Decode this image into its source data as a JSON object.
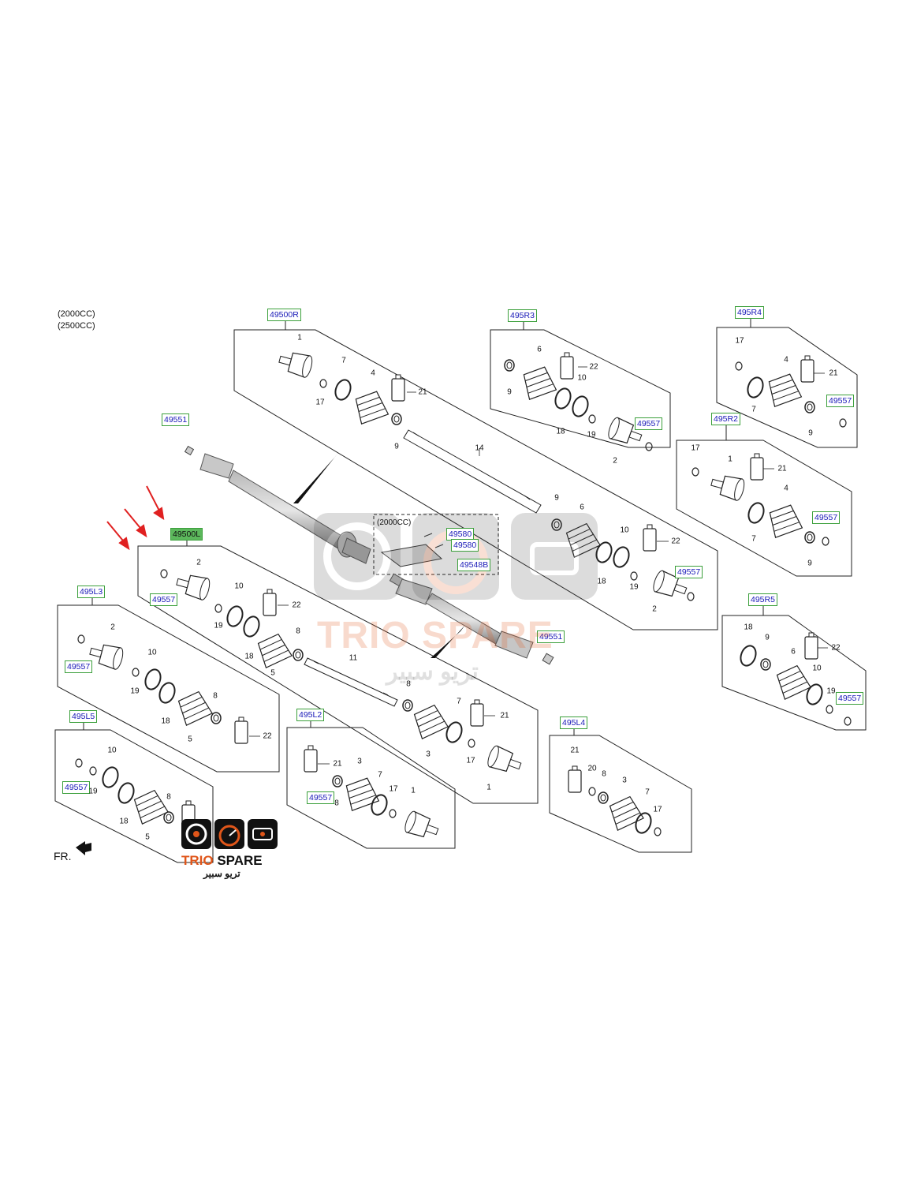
{
  "engine_notes": [
    "(2000CC)",
    "(2500CC)"
  ],
  "inset_note": "(2000CC)",
  "direction_label": "FR.",
  "watermark": {
    "brand": "TRIO SPARE",
    "arabic": "تريو سبير"
  },
  "logo": {
    "brand": "TRIO SPARE",
    "arabic": "تريو سبير"
  },
  "colors": {
    "callout_border": "#3ca03c",
    "callout_text": "#1a1ab8",
    "callout_selected_bg": "#5cb85c",
    "arrow": "#e02020",
    "logo_accent": "#e0561a",
    "watermark": "#d8d8d8"
  },
  "callouts": {
    "c_49500R": "49500R",
    "c_495R3": "495R3",
    "c_495R4": "495R4",
    "c_495R2": "495R2",
    "c_495R5": "495R5",
    "c_49551_top": "49551",
    "c_49551_right": "49551",
    "c_49500L": "49500L",
    "c_49557_L": "49557",
    "c_495L3": "495L3",
    "c_49557_L3": "49557",
    "c_495L5": "495L5",
    "c_49557_L5": "49557",
    "c_495L2": "495L2",
    "c_49557_L2": "49557",
    "c_495L4": "495L4",
    "c_49557_R3": "49557",
    "c_49557_R4": "49557",
    "c_49557_R2": "49557",
    "c_49557_R": "49557",
    "c_49557_R5": "49557",
    "c_49580_a": "49580",
    "c_49580_b": "49580",
    "c_49548B": "49548B"
  },
  "selected_part": "49500L"
}
